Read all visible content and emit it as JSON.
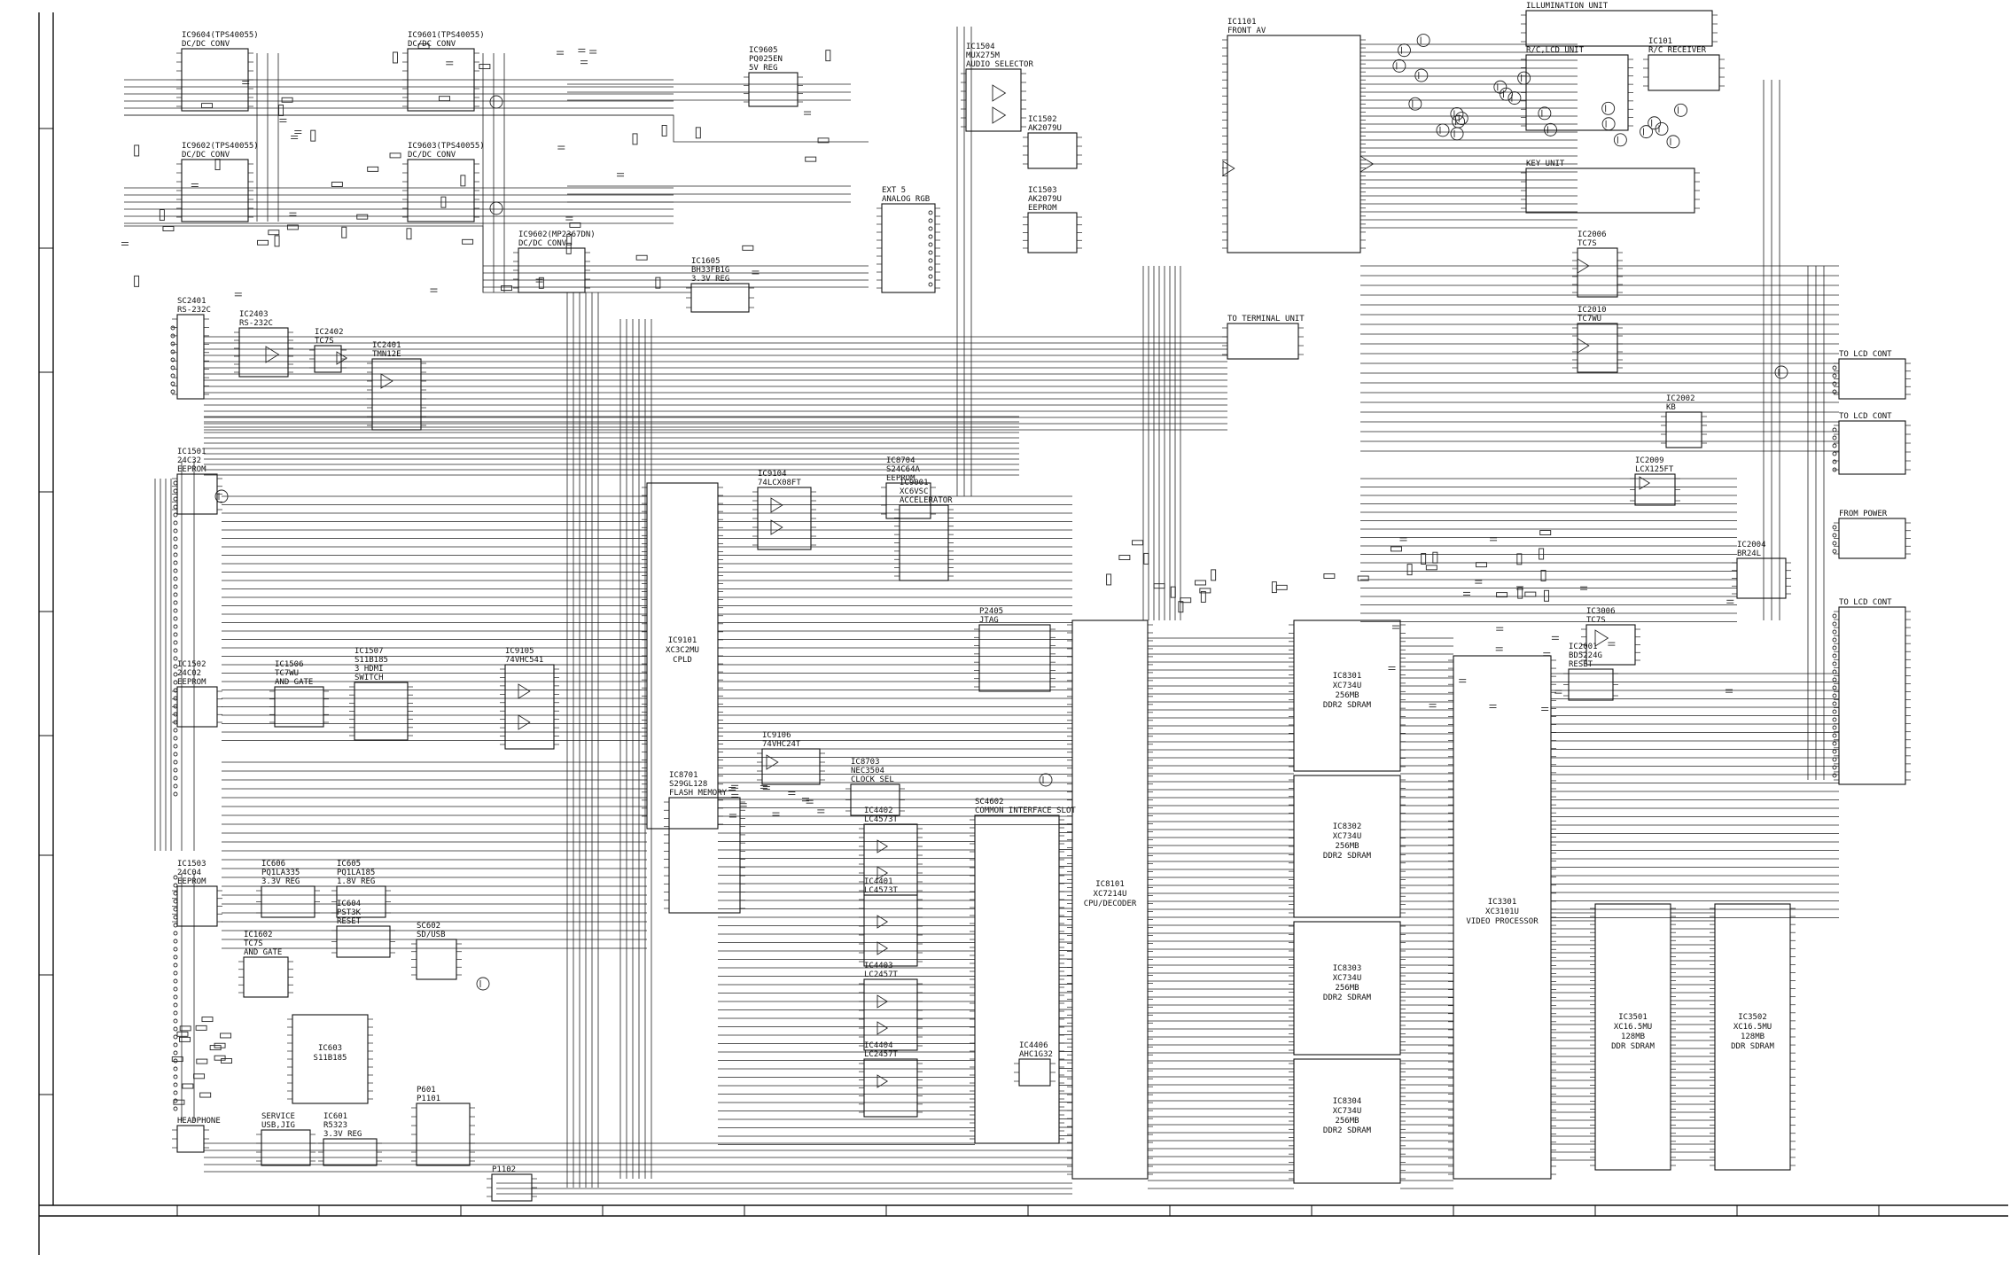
{
  "blocks": [
    {
      "id": "b01",
      "lines": [
        "IC9604(TPS40055)",
        "DC/DC CONV"
      ]
    },
    {
      "id": "b02",
      "lines": [
        "IC9601(TPS40055)",
        "DC/DC CONV"
      ]
    },
    {
      "id": "b03",
      "lines": [
        "IC9605",
        "PQ025EN",
        "5V REG"
      ]
    },
    {
      "id": "b04",
      "lines": [
        "IC9602(TPS40055)",
        "DC/DC CONV"
      ]
    },
    {
      "id": "b05",
      "lines": [
        "IC9603(TPS40055)",
        "DC/DC CONV"
      ]
    },
    {
      "id": "b06",
      "lines": [
        "IC9602(MP2367DN)",
        "DC/DC CONV"
      ]
    },
    {
      "id": "b07",
      "lines": [
        "IC1605",
        "BH33FB1G",
        "3.3V REG"
      ]
    },
    {
      "id": "b08",
      "lines": [
        "IC1504",
        "MUX275M",
        "AUDIO SELECTOR"
      ]
    },
    {
      "id": "b09",
      "lines": [
        "IC1503",
        "AK2079U",
        "EEPROM"
      ]
    },
    {
      "id": "b10",
      "lines": [
        "IC1101",
        "FRONT AV"
      ]
    },
    {
      "id": "b11",
      "lines": [
        "SC2401",
        "RS-232C"
      ]
    },
    {
      "id": "b12",
      "lines": [
        "IC2403",
        "RS-232C"
      ]
    },
    {
      "id": "b13",
      "lines": [
        "IC2402",
        "TC7S"
      ]
    },
    {
      "id": "b14",
      "lines": [
        "IC2401",
        "TMN12E"
      ]
    },
    {
      "id": "b15",
      "lines": [
        "IC1501",
        "24C32",
        "EEPROM"
      ]
    },
    {
      "id": "b16",
      "lines": [
        "IC1506",
        "TC7WU",
        "AND GATE"
      ]
    },
    {
      "id": "b17",
      "lines": [
        "IC1507",
        "S11B185",
        "3 HDMI",
        "SWITCH"
      ]
    },
    {
      "id": "b18",
      "lines": [
        "IC9105",
        "74VHC541"
      ]
    },
    {
      "id": "b19",
      "lines": [
        "IC1502",
        "24C02",
        "EEPROM"
      ]
    },
    {
      "id": "b20",
      "lines": [
        "IC8704",
        "S24C64A",
        "EEPROM"
      ]
    },
    {
      "id": "b21",
      "lines": [
        "IC9104",
        "74LCX08FT"
      ]
    },
    {
      "id": "b22",
      "lines": [
        "IC9101",
        "XC3C2MU",
        "CPLD"
      ]
    },
    {
      "id": "b23",
      "lines": [
        "IC9001",
        "XC6VSC",
        "ACCELERATOR"
      ]
    },
    {
      "id": "b24",
      "lines": [
        "P2405",
        "JTAG"
      ]
    },
    {
      "id": "b25",
      "lines": [
        "IC9106",
        "74VHC24T"
      ]
    },
    {
      "id": "b26",
      "lines": [
        "IC8703",
        "NEC3504",
        "CLOCK SEL"
      ]
    },
    {
      "id": "b27",
      "lines": [
        "IC8701",
        "S29GL128",
        "FLASH MEMORY"
      ]
    },
    {
      "id": "b28",
      "lines": [
        "IC4402",
        "LC4573T"
      ]
    },
    {
      "id": "b29",
      "lines": [
        "IC4401",
        "LC4573T"
      ]
    },
    {
      "id": "b30",
      "lines": [
        "IC4403",
        "LC2457T"
      ]
    },
    {
      "id": "b31",
      "lines": [
        "IC4404",
        "LC2457T"
      ]
    },
    {
      "id": "b32",
      "lines": [
        "IC4406",
        "AHC1G32"
      ]
    },
    {
      "id": "b33",
      "lines": [
        "SC4602",
        "COMMON INTERFACE SLOT"
      ]
    },
    {
      "id": "b34",
      "lines": [
        "IC8101",
        "XC7214U",
        "CPU/DECODER"
      ]
    },
    {
      "id": "b35",
      "lines": [
        "IC3301",
        "XC3101U",
        "VIDEO PROCESSOR"
      ]
    },
    {
      "id": "b36",
      "lines": [
        "IC8301",
        "XC734U",
        "256MB",
        "DDR2 SDRAM"
      ]
    },
    {
      "id": "b37",
      "lines": [
        "IC8302",
        "XC734U",
        "256MB",
        "DDR2 SDRAM"
      ]
    },
    {
      "id": "b38",
      "lines": [
        "IC8303",
        "XC734U",
        "256MB",
        "DDR2 SDRAM"
      ]
    },
    {
      "id": "b39",
      "lines": [
        "IC8304",
        "XC734U",
        "256MB",
        "DDR2 SDRAM"
      ]
    },
    {
      "id": "b40",
      "lines": [
        "IC3501",
        "XC16.5MU",
        "128MB",
        "DDR SDRAM"
      ]
    },
    {
      "id": "b41",
      "lines": [
        "IC3502",
        "XC16.5MU",
        "128MB",
        "DDR SDRAM"
      ]
    },
    {
      "id": "b42",
      "lines": [
        "ILLUMINATION UNIT"
      ]
    },
    {
      "id": "b43",
      "lines": [
        "R/C,LCD UNIT"
      ]
    },
    {
      "id": "b44",
      "lines": [
        "IC101",
        "R/C RECEIVER"
      ]
    },
    {
      "id": "b45",
      "lines": [
        "KEY UNIT"
      ]
    },
    {
      "id": "b46",
      "lines": [
        "IC2006",
        "TC7S"
      ]
    },
    {
      "id": "b47",
      "lines": [
        "IC2010",
        "TC7WU"
      ]
    },
    {
      "id": "b48",
      "lines": [
        "IC2002",
        "KB"
      ]
    },
    {
      "id": "b49",
      "lines": [
        "IC2009",
        "LCX125FT"
      ]
    },
    {
      "id": "b50",
      "lines": [
        "IC2004",
        "BR24L"
      ]
    },
    {
      "id": "b51",
      "lines": [
        "IC3006",
        "TC7S"
      ]
    },
    {
      "id": "b52",
      "lines": [
        "IC2001",
        "BD5224G",
        "RESET"
      ]
    },
    {
      "id": "b53",
      "lines": [
        "IC606",
        "PQ1LA335",
        "3.3V REG"
      ]
    },
    {
      "id": "b54",
      "lines": [
        "IC605",
        "PQ1LA185",
        "1.8V REG"
      ]
    },
    {
      "id": "b55",
      "lines": [
        "IC604",
        "PST3K",
        "RESET"
      ]
    },
    {
      "id": "b56",
      "lines": [
        "IC1503",
        "24C04",
        "EEPROM"
      ]
    },
    {
      "id": "b57",
      "lines": [
        "IC1602",
        "TC7S",
        "AND GATE"
      ]
    },
    {
      "id": "b58",
      "lines": [
        "IC603",
        "S11B185"
      ]
    },
    {
      "id": "b59",
      "lines": [
        "SC602",
        "SD/USB"
      ]
    },
    {
      "id": "b60",
      "lines": [
        "IC601",
        "R5323",
        "3.3V REG"
      ]
    },
    {
      "id": "b61",
      "lines": [
        "HEADPHONE"
      ]
    },
    {
      "id": "b62",
      "lines": [
        "SERVICE",
        "USB,JIG"
      ]
    },
    {
      "id": "b63",
      "lines": [
        "P601",
        "P1101"
      ]
    },
    {
      "id": "b64",
      "lines": [
        "P1102"
      ]
    },
    {
      "id": "b65",
      "lines": [
        "TO TERMINAL UNIT"
      ]
    },
    {
      "id": "b66",
      "lines": [
        "TO LCD CONT"
      ]
    },
    {
      "id": "b67",
      "lines": [
        "TO LCD CONT"
      ]
    },
    {
      "id": "b68",
      "lines": [
        "FROM POWER"
      ]
    },
    {
      "id": "b69",
      "lines": [
        "TO LCD CONT"
      ]
    },
    {
      "id": "b70",
      "lines": [
        "EXT 5",
        "ANALOG RGB"
      ]
    },
    {
      "id": "b71",
      "lines": [
        "IC1502",
        "AK2079U"
      ]
    }
  ]
}
